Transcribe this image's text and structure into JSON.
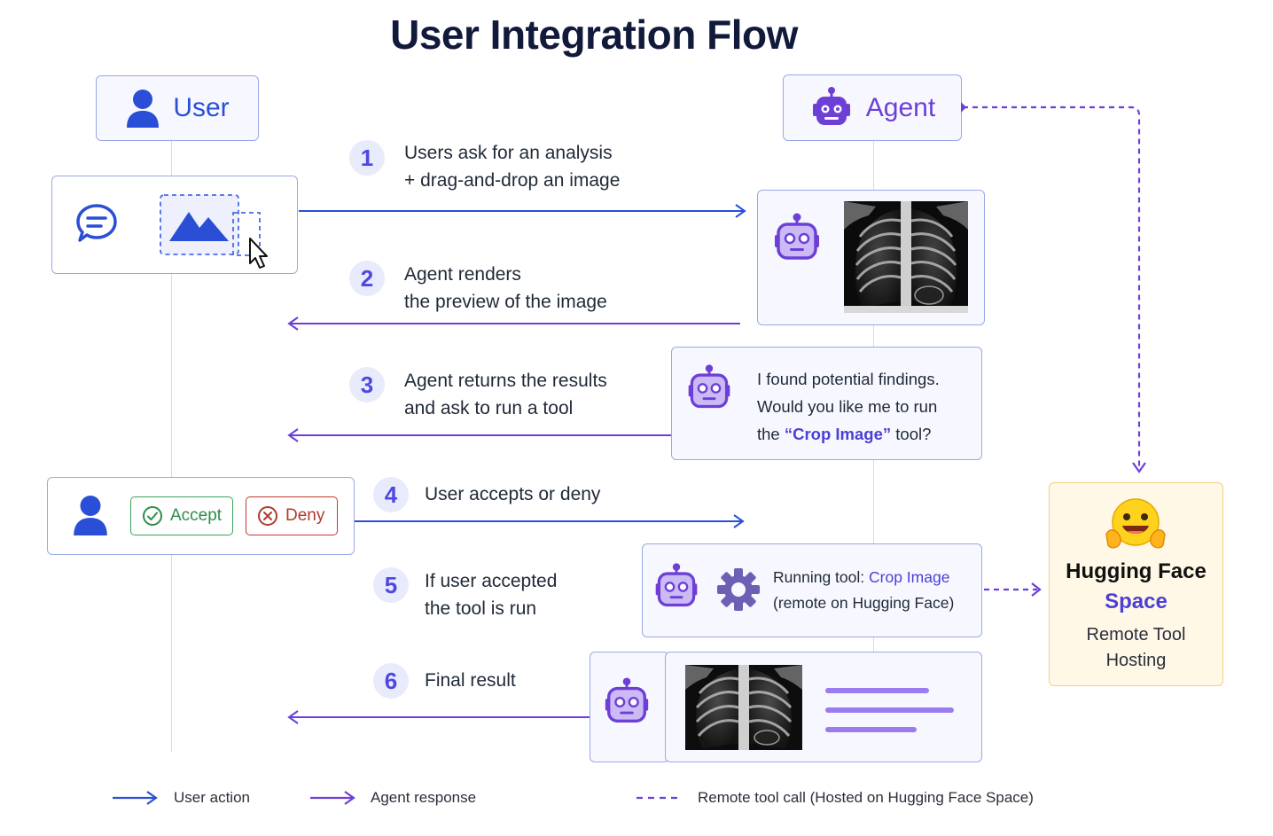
{
  "title": "User Integration Flow",
  "lanes": {
    "user": "User",
    "agent": "Agent"
  },
  "steps": [
    {
      "num": "1",
      "line1": "Users ask for an analysis",
      "line2": "+ drag-and-drop an image"
    },
    {
      "num": "2",
      "line1": "Agent renders",
      "line2": "the preview of the image"
    },
    {
      "num": "3",
      "line1": "Agent returns the results",
      "line2": "and ask to run a tool"
    },
    {
      "num": "4",
      "line1": "User accepts or deny",
      "line2": ""
    },
    {
      "num": "5",
      "line1": "If user accepted",
      "line2": "the tool is run"
    },
    {
      "num": "6",
      "line1": "Final result",
      "line2": ""
    }
  ],
  "agent_message": {
    "line1": "I found potential findings.",
    "line2": "Would you like me to run",
    "prefix": "the ",
    "tool": "“Crop Image”",
    "suffix": " tool?"
  },
  "buttons": {
    "accept": "Accept",
    "deny": "Deny"
  },
  "tool_run": {
    "prefix": "Running tool: ",
    "tool": "Crop Image",
    "line2": "(remote on Hugging Face)"
  },
  "hf": {
    "name": "Hugging Face",
    "space": "Space",
    "desc1": "Remote Tool",
    "desc2": "Hosting"
  },
  "legend": {
    "user_action": "User action",
    "agent_response": "Agent response",
    "remote": "Remote tool call (Hosted on Hugging Face Space)"
  },
  "colors": {
    "user_blue": "#2a4fd6",
    "agent_purple": "#6d3fd6",
    "hf_bg": "#fff8e6",
    "hf_border": "#f0cf82"
  },
  "icons": [
    "user-icon",
    "robot-icon",
    "chat-icon",
    "image-icon",
    "cursor-icon",
    "xray-image",
    "check-circle-icon",
    "x-circle-icon",
    "gear-icon",
    "hugging-face-emoji"
  ]
}
